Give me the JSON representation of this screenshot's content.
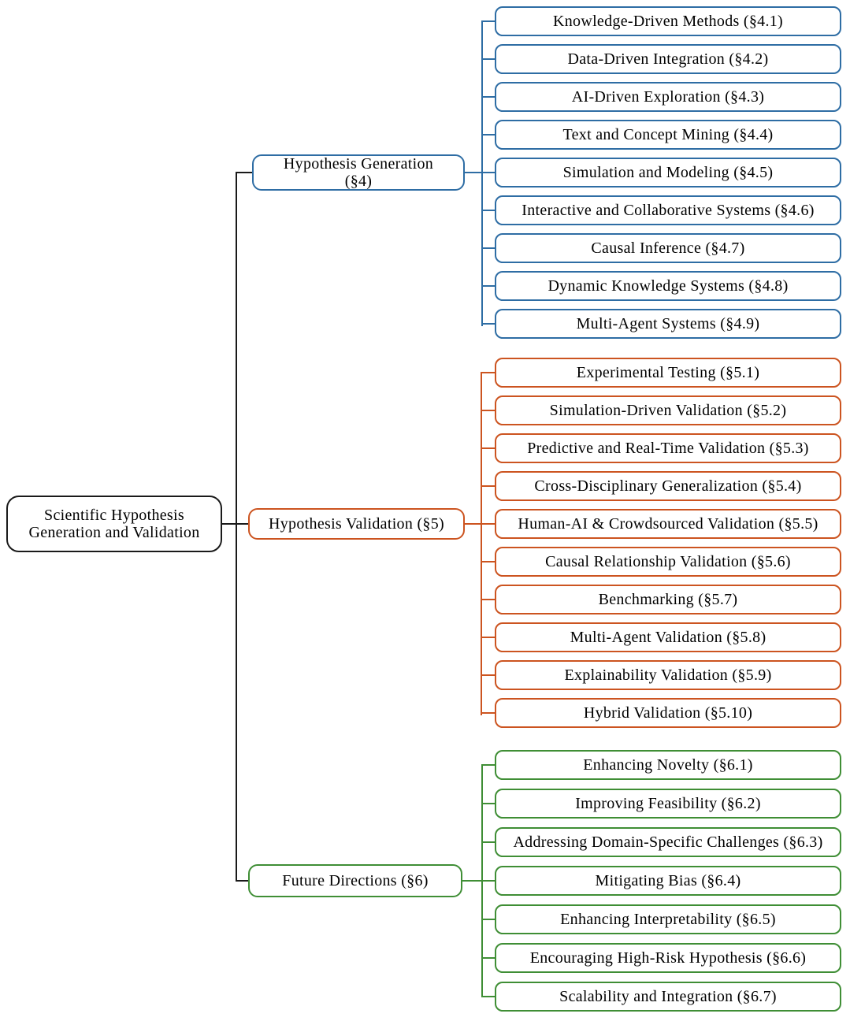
{
  "root": {
    "label": "Scientific Hypothesis\nGeneration and Validation"
  },
  "sections": [
    {
      "label": "Hypothesis Generation\n(§4)",
      "children": [
        "Knowledge-Driven Methods (§4.1)",
        "Data-Driven Integration (§4.2)",
        "AI-Driven Exploration (§4.3)",
        "Text and Concept Mining (§4.4)",
        "Simulation and Modeling (§4.5)",
        "Interactive and Collaborative Systems (§4.6)",
        "Causal Inference (§4.7)",
        "Dynamic Knowledge Systems (§4.8)",
        "Multi-Agent Systems (§4.9)"
      ]
    },
    {
      "label": "Hypothesis Validation (§5)",
      "children": [
        "Experimental Testing (§5.1)",
        "Simulation-Driven Validation (§5.2)",
        "Predictive and Real-Time Validation (§5.3)",
        "Cross-Disciplinary Generalization (§5.4)",
        "Human-AI & Crowdsourced Validation (§5.5)",
        "Causal Relationship Validation (§5.6)",
        "Benchmarking (§5.7)",
        "Multi-Agent Validation (§5.8)",
        "Explainability Validation (§5.9)",
        "Hybrid Validation (§5.10)"
      ]
    },
    {
      "label": "Future Directions (§6)",
      "children": [
        "Enhancing Novelty (§6.1)",
        "Improving Feasibility (§6.2)",
        "Addressing Domain-Specific Challenges (§6.3)",
        "Mitigating Bias (§6.4)",
        "Enhancing Interpretability (§6.5)",
        "Encouraging High-Risk Hypothesis (§6.6)",
        "Scalability and Integration (§6.7)"
      ]
    }
  ],
  "colors": {
    "root_border": "#1a1a1a",
    "generation": "#2e6da4",
    "validation": "#cc5420",
    "future": "#3f8e35",
    "text": "#000000",
    "background": "#ffffff"
  }
}
